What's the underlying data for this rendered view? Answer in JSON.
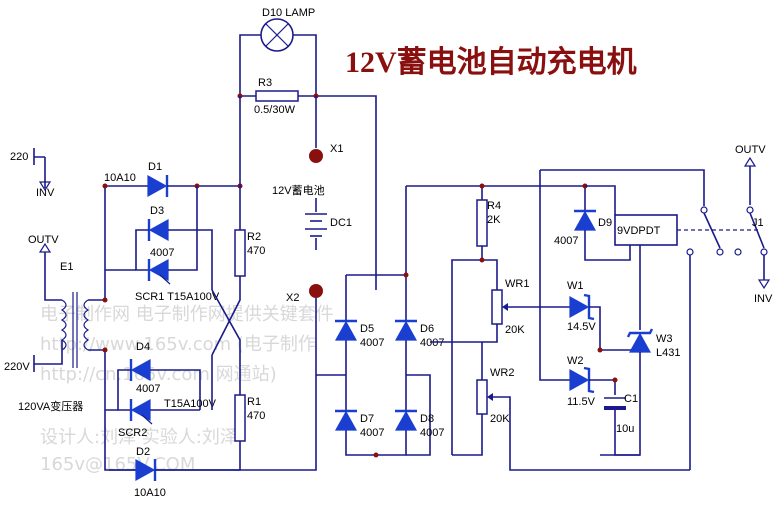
{
  "title": "12V蓄电池自动充电机",
  "watermark": {
    "line1": "电子制作网 电子制作网提供关键套件",
    "line2": "http://www.165v.com (电子制作",
    "line3": "http://cn.165v.com 网通站)",
    "line4": "设计人:刘泽 实验人:刘泽",
    "line5": "165v@165V.COM"
  },
  "labels": {
    "d10": "D10 LAMP",
    "r3": "R3",
    "r3_val": "0.5/30W",
    "x1": "X1",
    "x2": "X2",
    "battery": "12V蓄电池",
    "dc1": "DC1",
    "in220": "220",
    "inv_top": "INV",
    "outv_left": "OUTV",
    "e1": "E1",
    "v220": "220V",
    "transformer": "120VA变压器",
    "d1": "D1",
    "d1_val": "10A10",
    "d3": "D3",
    "d3_val": "4007",
    "scr1": "SCR1 T15A100V",
    "d4": "D4",
    "d4_val": "4007",
    "scr2": "SCR2",
    "scr2_val": "T15A100V",
    "d2": "D2",
    "d2_val": "10A10",
    "r2": "R2",
    "r2_val": "470",
    "r1": "R1",
    "r1_val": "470",
    "d5": "D5",
    "d5_val": "4007",
    "d6": "D6",
    "d6_val": "4007",
    "d7": "D7",
    "d7_val": "4007",
    "d8": "D8",
    "d8_val": "4007",
    "r4": "R4",
    "r4_val": "2K",
    "wr1": "WR1",
    "wr1_val": "20K",
    "wr2": "WR2",
    "wr2_val": "20K",
    "d9": "D9",
    "d9_val": "4007",
    "relay": "9VDPDT",
    "w1": "W1",
    "w1_val": "14.5V",
    "w2": "W2",
    "w2_val": "11.5V",
    "w3": "W3",
    "w3_val": "L431",
    "c1": "C1",
    "c1_val": "10u",
    "outv_right": "OUTV",
    "j1": "J1",
    "inv_right": "INV"
  }
}
